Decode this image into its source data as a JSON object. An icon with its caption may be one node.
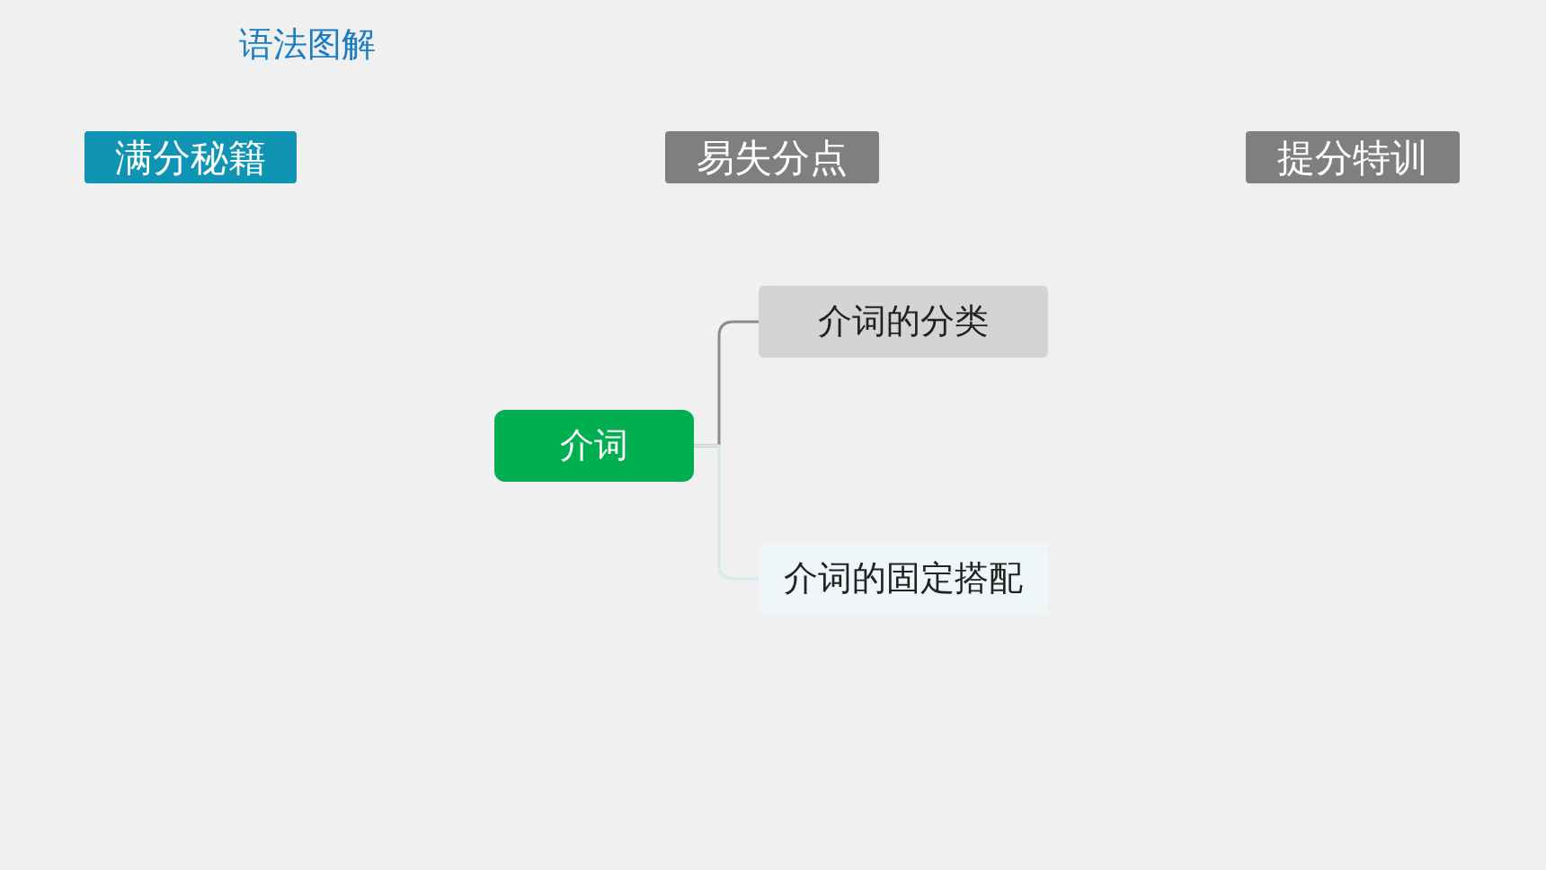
{
  "diagram": {
    "title": "语法图解",
    "nodes": [
      {
        "text": [
          "满分秘籍"
        ]
      },
      {
        "text": [
          "易失分点"
        ]
      },
      {
        "text": [
          "提分特训"
        ]
      },
      {
        "text": [
          "介词"
        ]
      },
      {
        "text": [
          "介词的分类"
        ]
      },
      {
        "text": [
          "介词的固定搭配"
        ]
      }
    ],
    "edges": [
      {
        "from": 3,
        "to": 4,
        "arrow": "none"
      },
      {
        "from": 3,
        "to": 5,
        "arrow": "none",
        "color": "#d6e9ef"
      }
    ]
  }
}
